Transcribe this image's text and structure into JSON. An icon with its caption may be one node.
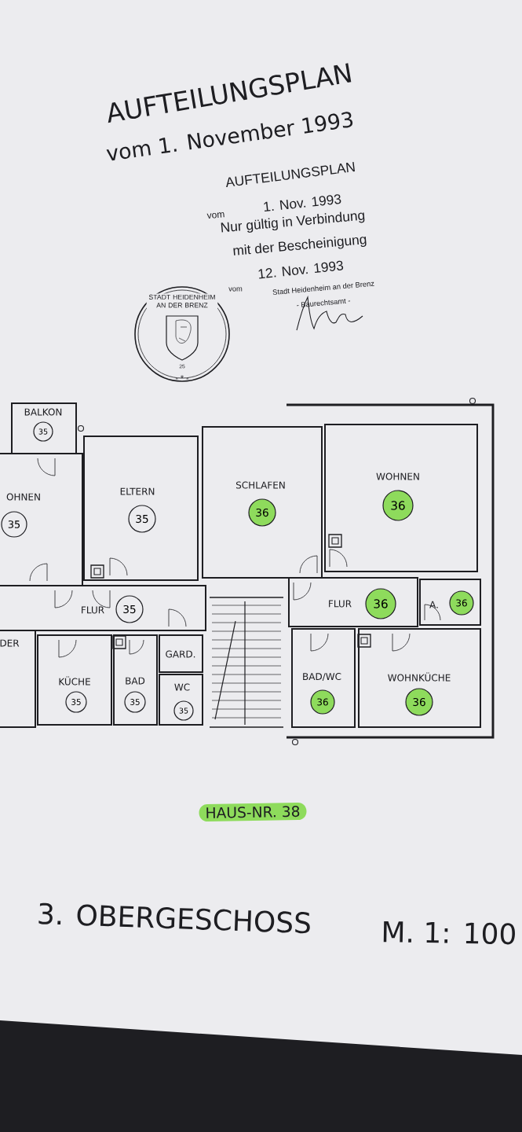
{
  "diagram": {
    "title": "AUFTEILUNGSPLAN",
    "nodes": [
      {
        "text": [
          "BALKON",
          "35"
        ]
      },
      {
        "text": [
          "OHNEN",
          "35"
        ]
      },
      {
        "text": [
          "ELTERN",
          "35"
        ]
      },
      {
        "text": [
          "SCHLAFEN",
          "36"
        ]
      },
      {
        "text": [
          "WOHNEN",
          "36"
        ]
      },
      {
        "text": [
          "FLUR",
          "35"
        ]
      },
      {
        "text": [
          "DER"
        ]
      },
      {
        "text": [
          "KÜCHE",
          "35"
        ]
      },
      {
        "text": [
          "BAD",
          "35"
        ]
      },
      {
        "text": [
          "GARD."
        ]
      },
      {
        "text": [
          "WC",
          "35"
        ]
      },
      {
        "text": [
          "FLUR",
          "36"
        ]
      },
      {
        "text": [
          "A.",
          "36"
        ]
      },
      {
        "text": [
          "BAD/WC",
          "36"
        ]
      },
      {
        "text": [
          "WOHNKÜCHE",
          "36"
        ]
      }
    ],
    "labels": [
      "vom 1. November 1993",
      "AUFTEILUNGSPLAN",
      "vom",
      "1. Nov. 1993",
      "Nur gültig in Verbindung",
      "mit der Bescheinigung",
      "vom",
      "12. Nov. 1993",
      "STADT HEIDENHEIM AN DER BRENZ",
      "25",
      "- * -",
      "Stadt Heidenheim an der Brenz",
      "- Baurechtsamt -",
      "HAUS-NR. 38",
      "3. OBERGESCHOSS",
      "M. 1: 100"
    ]
  }
}
